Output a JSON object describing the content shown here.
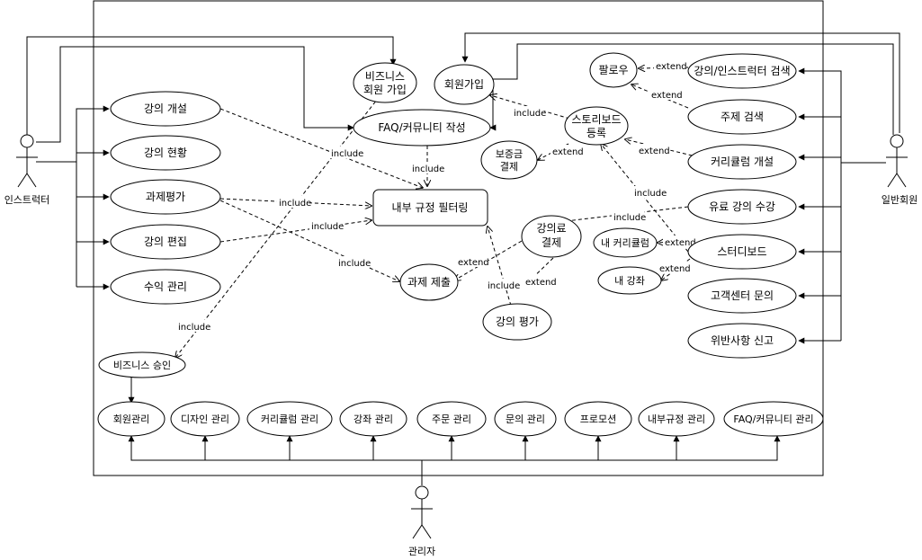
{
  "actors": {
    "instructor": "인스트럭터",
    "member": "일반회원",
    "admin": "관리자"
  },
  "use_cases": {
    "course_open": "강의 개설",
    "course_status": "강의 현황",
    "assignment_eval": "과제평가",
    "course_edit": "강의 편집",
    "revenue": "수익 관리",
    "biz_signup_1": "비즈니스",
    "biz_signup_2": "회원 가입",
    "signup": "회원가입",
    "faq_write": "FAQ/커뮤니티 작성",
    "policy_filter": "내부 규정 필터링",
    "deposit_1": "보증금",
    "deposit_2": "결제",
    "storyboard_reg_1": "스토리보드",
    "storyboard_reg_2": "등록",
    "follow": "팔로우",
    "search_course": "강의/인스트럭터 검색",
    "search_topic": "주제 검색",
    "curriculum_open": "커리큘럼 개설",
    "paid_course": "유료 강의 수강",
    "course_pay_1": "강의료",
    "course_pay_2": "결제",
    "my_curriculum": "내 커리큘럼",
    "storyboard": "스터디보드",
    "my_course": "내 강좌",
    "assignment_submit": "과제 제출",
    "course_review": "강의 평가",
    "support": "고객센터 문의",
    "report": "위반사항 신고",
    "biz_approve": "비즈니스 승인"
  },
  "admin_use_cases": [
    "회원관리",
    "디자인 관리",
    "커리큘럼 관리",
    "강좌 관리",
    "주문 관리",
    "문의 관리",
    "프로모션",
    "내부규정 관리",
    "FAQ/커뮤니티 관리"
  ],
  "relation_labels": {
    "include": "include",
    "extend": "extend"
  }
}
